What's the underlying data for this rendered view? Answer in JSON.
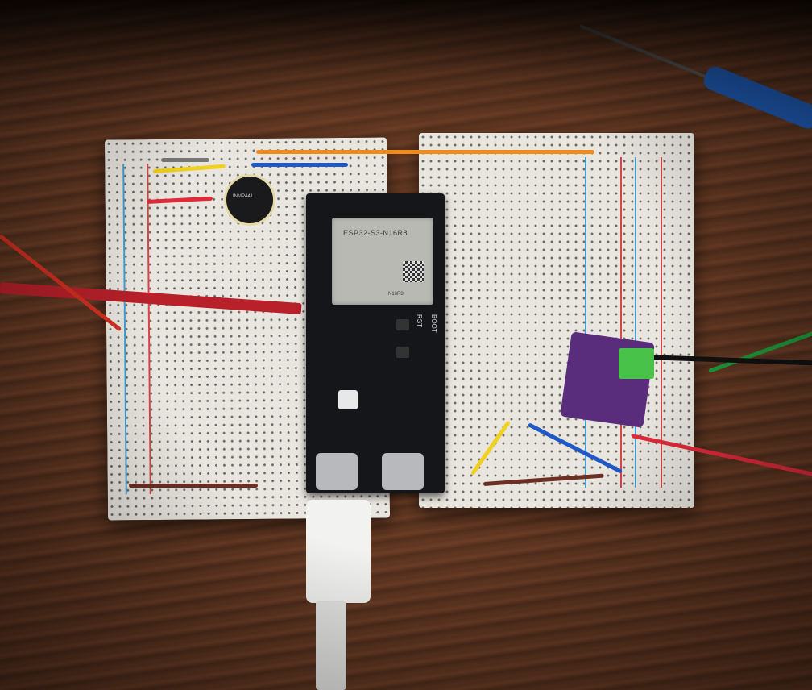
{
  "scene": {
    "description": "Photo of an electronics prototype on a wooden desk: two white solderless breadboards with an ESP32-S3 dev board, a round I2S microphone module, a purple amplifier breakout with green screw terminal, jumper wires, and a white USB-C cable.",
    "background": "wooden desk",
    "colors": {
      "wood": "#5a3320",
      "breadboard": "#e9e6df",
      "dev_board": "#14161a",
      "amp_board": "#5a2c7c",
      "terminal_block": "#49c24a",
      "screwdriver_handle": "#1f5cb6"
    }
  },
  "components": {
    "mcu_module": {
      "label": "ESP32-S3-N16R8",
      "sub_label": "N16R8"
    },
    "dev_board_buttons": {
      "rst": "RST",
      "boot": "BOOT"
    },
    "usb_ports": 2,
    "microphone": {
      "label": "INMP441"
    },
    "amplifier": {
      "type": "purple breakout board with green screw terminal"
    }
  }
}
